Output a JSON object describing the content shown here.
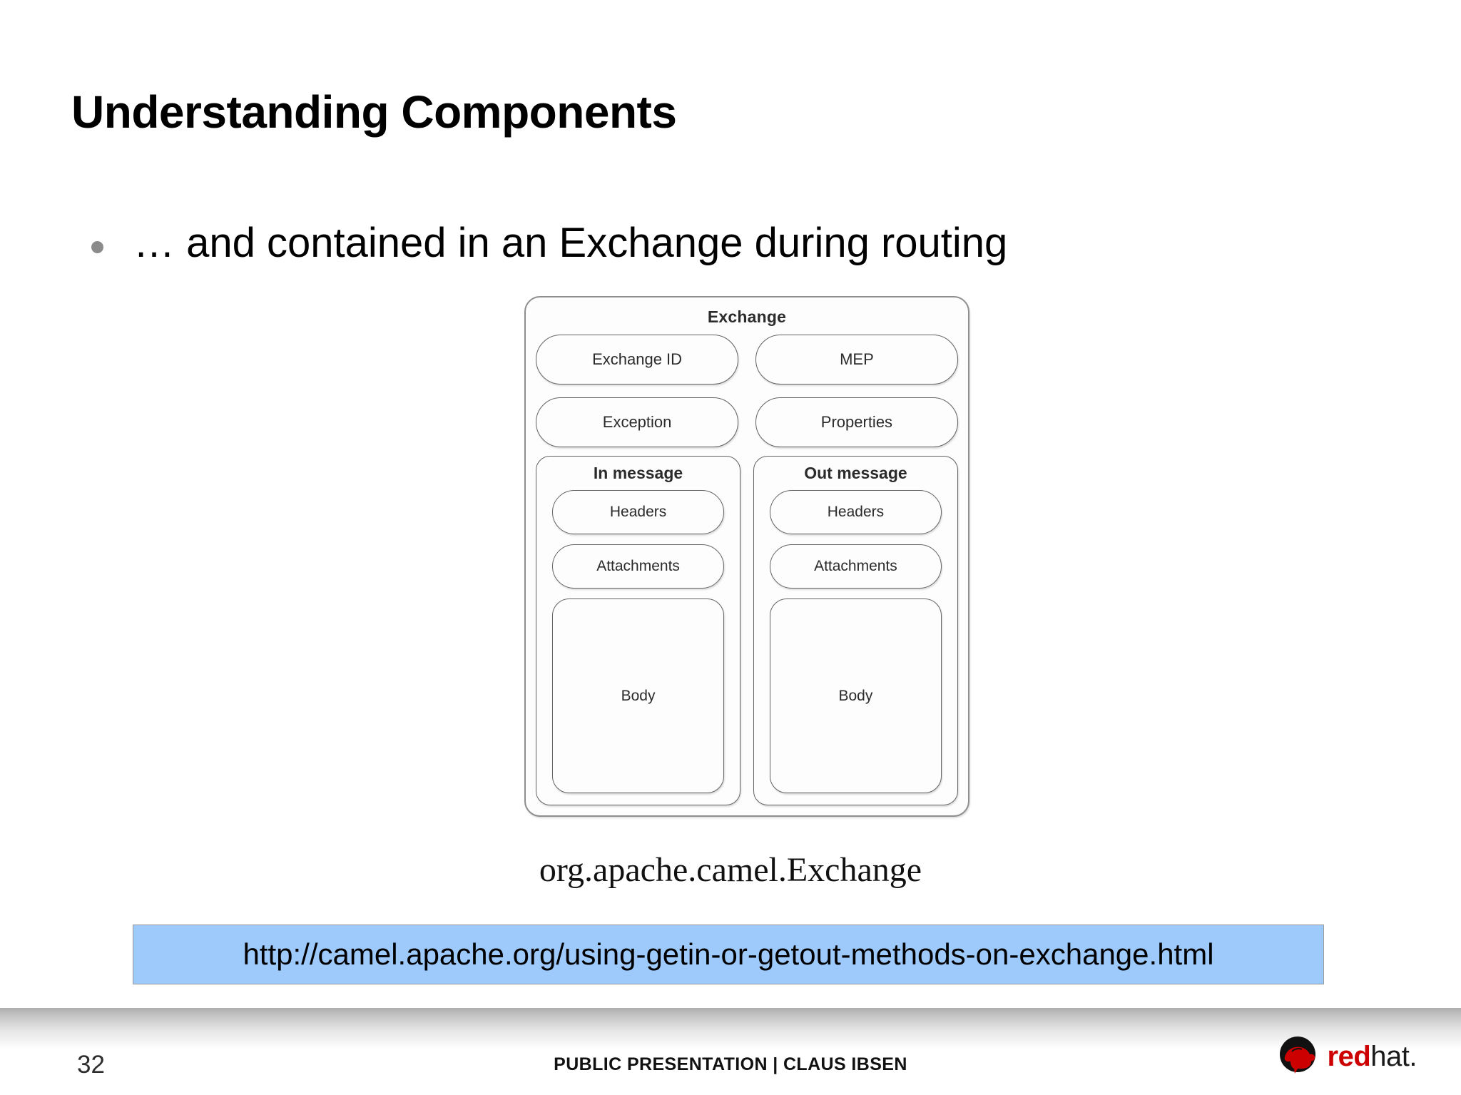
{
  "slide": {
    "title": "Understanding Components",
    "bullets": [
      "… and contained in an Exchange during routing"
    ]
  },
  "diagram": {
    "title": "Exchange",
    "caption": "org.apache.camel.Exchange",
    "left_column": [
      "Exchange ID",
      "Exception"
    ],
    "right_column": [
      "MEP",
      "Properties"
    ],
    "messages": [
      {
        "title": "In message",
        "items": [
          "Headers",
          "Attachments",
          "Body"
        ]
      },
      {
        "title": "Out message",
        "items": [
          "Headers",
          "Attachments",
          "Body"
        ]
      }
    ]
  },
  "url_banner": {
    "url": "http://camel.apache.org/using-getin-or-getout-methods-on-exchange.html",
    "background_color": "#9ec9fb"
  },
  "footer": {
    "page_number": "32",
    "center_text": "PUBLIC PRESENTATION | CLAUS IBSEN",
    "logo": {
      "red_part": "red",
      "dark_part": "hat.",
      "red_color": "#cc0000"
    }
  }
}
